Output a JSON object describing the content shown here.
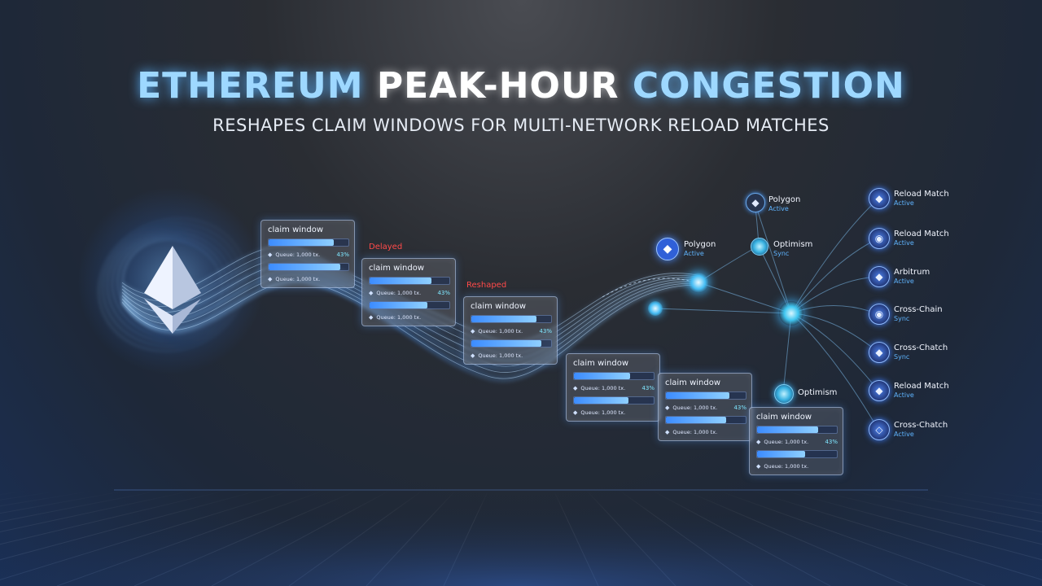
{
  "header": {
    "title_part1": "ETHEREUM",
    "title_part2": "PEAK-HOUR",
    "title_part3": "CONGESTION",
    "subtitle": "RESHAPES CLAIM WINDOWS FOR MULTI-NETWORK RELOAD MATCHES"
  },
  "colors": {
    "accent": "#9ed8ff",
    "stage_label": "#ff4a4a",
    "status": "#5fb4ff",
    "percent": "#7fe6ff"
  },
  "cards": [
    {
      "title": "claim window",
      "queue1": "Queue: 1,000 tx.",
      "pct": "43%",
      "queue2": "Queue: 1,000 tx.",
      "fill1": 0.82,
      "fill2": 0.9
    },
    {
      "title": "claim window",
      "queue1": "Queue: 1,000 tx.",
      "pct": "43%",
      "queue2": "Queue: 1,000 tx.",
      "fill1": 0.78,
      "fill2": 0.72
    },
    {
      "title": "claim window",
      "queue1": "Queue: 1,000 tx.",
      "pct": "43%",
      "queue2": "Queue: 1,000 tx.",
      "fill1": 0.82,
      "fill2": 0.88
    },
    {
      "title": "claim window",
      "queue1": "Queue: 1,000 tx.",
      "pct": "43%",
      "queue2": "Queue: 1,000 tx.",
      "fill1": 0.7,
      "fill2": 0.68
    },
    {
      "title": "claim window",
      "queue1": "Queue: 1,000 tx.",
      "pct": "43%",
      "queue2": "Queue: 1,000 tx.",
      "fill1": 0.8,
      "fill2": 0.76
    },
    {
      "title": "claim window",
      "queue1": "Queue: 1,000 tx.",
      "pct": "43%",
      "queue2": "Queue: 1,000 tx.",
      "fill1": 0.77,
      "fill2": 0.6
    }
  ],
  "stages": {
    "delayed": "Delayed",
    "reshaped": "Reshaped"
  },
  "nodes": {
    "polygon_top": {
      "name": "Polygon",
      "status": "Active"
    },
    "polygon_left": {
      "name": "Polygon",
      "status": "Active"
    },
    "optimism_top": {
      "name": "Optimism",
      "status": "Sync"
    },
    "optimism_bottom": {
      "name": "Optimism"
    }
  },
  "right_list": [
    {
      "name": "Reload Match",
      "status": "Active",
      "icon": "diamond-icon"
    },
    {
      "name": "Reload Match",
      "status": "Active",
      "icon": "ring-icon"
    },
    {
      "name": "Arbitrum",
      "status": "Active",
      "icon": "eth-icon"
    },
    {
      "name": "Cross-Chain",
      "status": "Sync",
      "icon": "ring-icon"
    },
    {
      "name": "Cross-Chatch",
      "status": "Sync",
      "icon": "eth-icon"
    },
    {
      "name": "Reload Match",
      "status": "Active",
      "icon": "diamond-icon"
    },
    {
      "name": "Cross-Chatch",
      "status": "Active",
      "icon": "eth-outline-icon"
    }
  ]
}
